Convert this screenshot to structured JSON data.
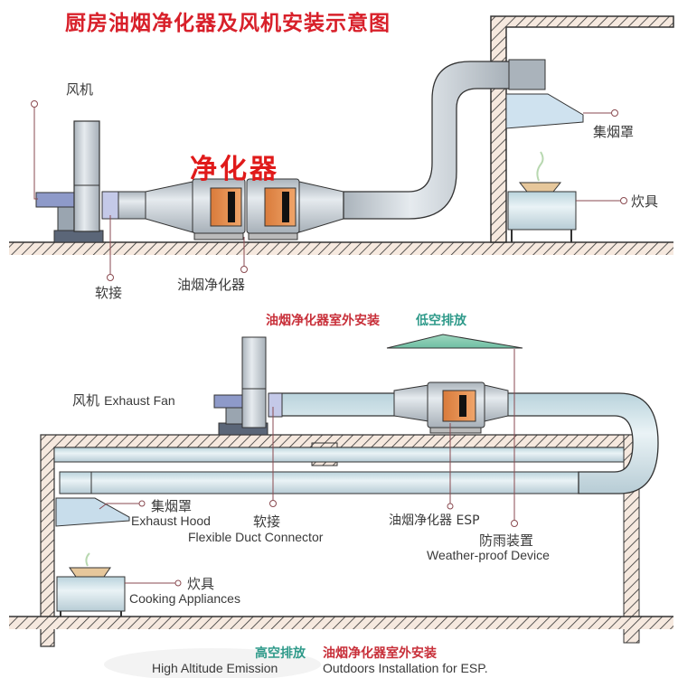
{
  "title": "厨房油烟净化器及风机安装示意图",
  "top_diagram": {
    "purifier_highlight": "净化器",
    "labels": {
      "fan": "风机",
      "flexible_joint": "软接",
      "purifier": "油烟净化器",
      "hood": "集烟罩",
      "cooker": "炊具"
    }
  },
  "bottom_diagram": {
    "heading_red": "油烟净化器室外安装",
    "heading_teal": "低空排放",
    "labels": {
      "fan_cn": "风机",
      "fan_en": "Exhaust Fan",
      "hood_cn": "集烟罩",
      "hood_en": "Exhaust Hood",
      "flex_cn": "软接",
      "flex_en": "Flexible Duct Connector",
      "esp": "油烟净化器 ESP",
      "weather_cn": "防雨装置",
      "weather_en": "Weather-proof Device",
      "cooker_cn": "炊具",
      "cooker_en": "Cooking Appliances"
    },
    "caption": {
      "teal_cn": "高空排放",
      "red_cn": "油烟净化器室外安装",
      "left_en": "High Altitude Emission",
      "right_en": "Outdoors Installation for ESP."
    }
  },
  "colors": {
    "title_red": "#d8202a",
    "teal": "#2f9a8a",
    "duct_gray": "#c9d0d6",
    "orange_panel": "#e08a4a",
    "leader_line": "#8a4a50",
    "hatch": "#3a3a3a"
  }
}
